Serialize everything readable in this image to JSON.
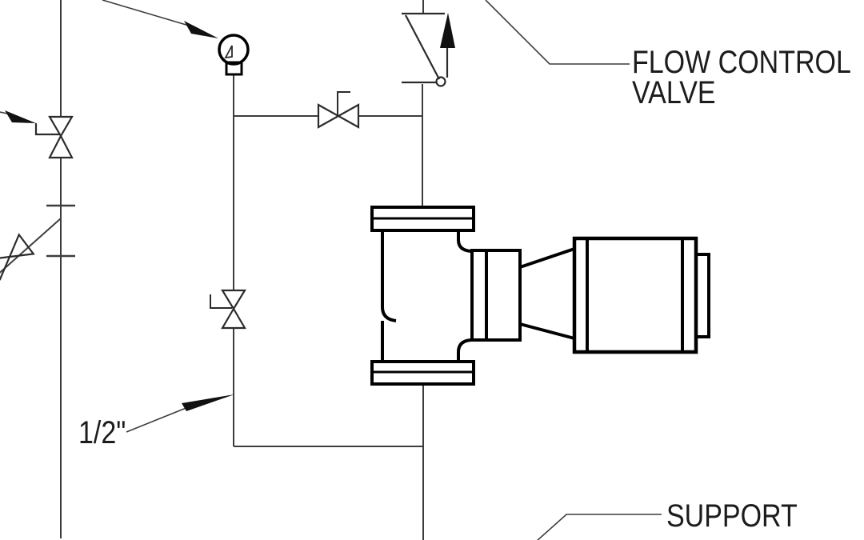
{
  "diagram": {
    "type": "piping-detail-drawing",
    "background": "#ffffff",
    "colors": {
      "pipe_line": "#3d3d3d",
      "symbol_line": "#2b2b2b",
      "fitting_outline": "#000000",
      "arrow_fill": "#111111",
      "text": "#1c1c1c"
    },
    "labels": {
      "flow_control_line1": "FLOW CONTROL",
      "flow_control_line2": "VALVE",
      "pipe_size": "1/2\"",
      "support": "SUPPORT"
    },
    "components": [
      "left-riser-pipe",
      "gate-valve-left-riser",
      "union-ticks-left-riser",
      "diagonal-branch-valve",
      "pressure-gauge",
      "gauge-drop-pipe",
      "gate-valve-gauge-pipe",
      "bypass-gate-valve",
      "flow-control-valve-symbol",
      "main-drop-pipe",
      "flanged-tee-fitting",
      "valve-actuator-motor",
      "leader-arrows"
    ]
  }
}
